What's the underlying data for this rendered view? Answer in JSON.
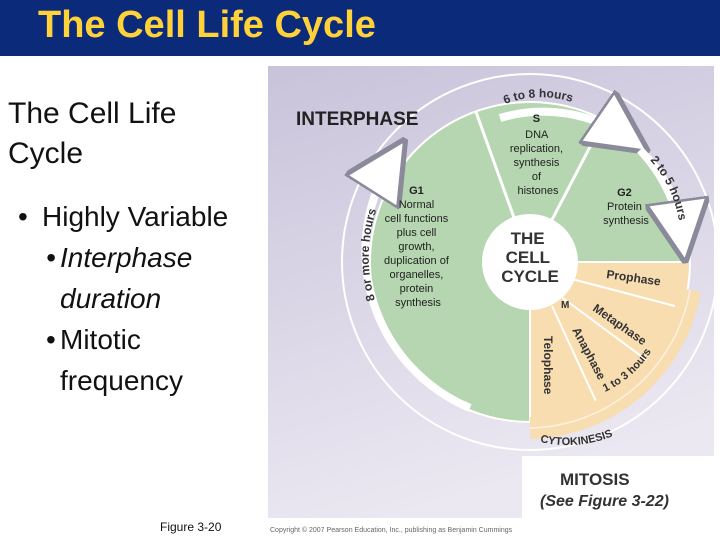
{
  "slide": {
    "title": "The Cell Life Cycle",
    "left_title": "The Cell Life Cycle",
    "bullet_main": "Highly Variable",
    "bullet_sub1": "Interphase duration",
    "bullet_sub2": "Mitotic frequency",
    "figure_caption": "Figure 3-20",
    "copyright": "Copyright © 2007 Pearson Education, Inc., publishing as Benjamin Cummings"
  },
  "diagram": {
    "interphase_label": "INTERPHASE",
    "center_lines": [
      "THE",
      "CELL",
      "CYCLE"
    ],
    "s_phase": {
      "title": "S",
      "lines": [
        "DNA",
        "replication,",
        "synthesis",
        "of",
        "histones"
      ],
      "duration": "6 to 8 hours"
    },
    "g1_phase": {
      "title": "G1",
      "lines": [
        "Normal",
        "cell functions",
        "plus cell",
        "growth,",
        "duplication of",
        "organelles,",
        "protein",
        "synthesis"
      ],
      "duration": "8 or more hours"
    },
    "g2_phase": {
      "title": "G2",
      "lines": [
        "Protein",
        "synthesis"
      ],
      "duration": "2 to 5 hours"
    },
    "mitosis_phases": [
      "Prophase",
      "Metaphase",
      "Anaphase",
      "Telophase"
    ],
    "m_label": "M",
    "mitosis_duration": "1 to 3 hours",
    "cytokinesis": "CYTOKINESIS",
    "mitosis_label": "MITOSIS",
    "mitosis_ref": "(See Figure 3-22)"
  },
  "colors": {
    "title_bg": "#0b2a7a",
    "title_text": "#ffd23a",
    "interphase_green": "#b5d6b0",
    "mitosis_tan": "#f8ddb1",
    "panel_bg": "#d8d3e6"
  }
}
